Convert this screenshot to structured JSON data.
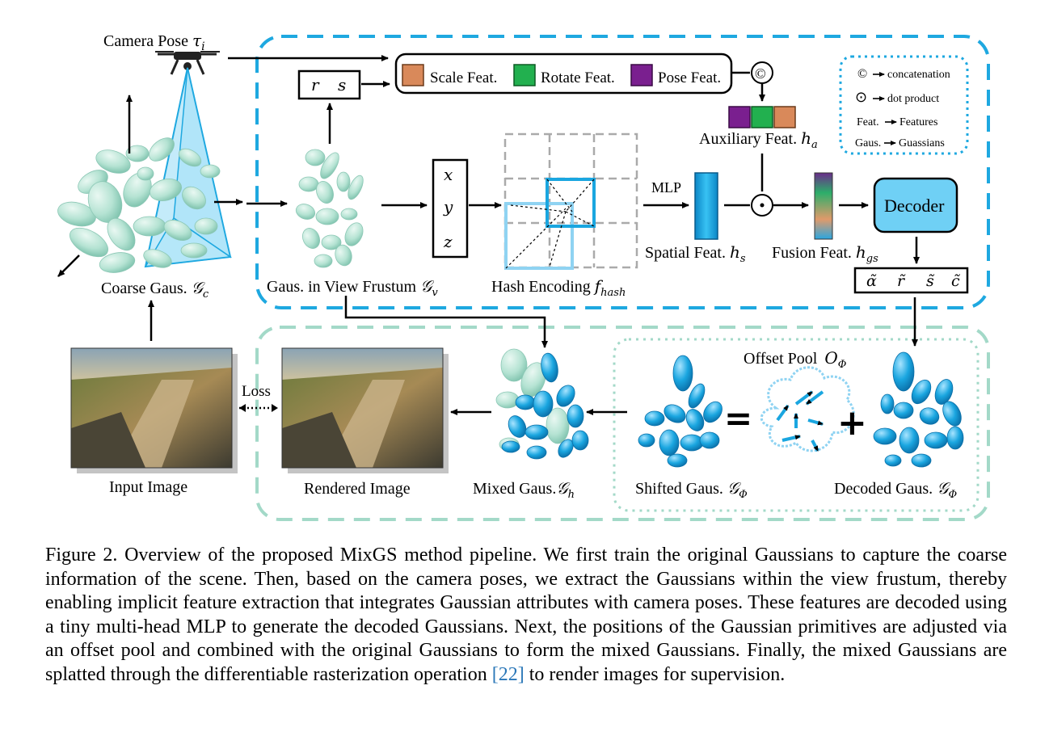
{
  "colors": {
    "blue_dashed": "#1ea8e0",
    "green_dashed": "#a3d9c8",
    "gauss_green": "#b5e3d3",
    "gauss_blue": "#1aa6e0",
    "decoder_fill": "#6fd0f5",
    "scale_feat": "#d9895a",
    "rotate_feat": "#22b04f",
    "pose_feat": "#7a1f8f"
  },
  "labels": {
    "camera_pose": "Camera Pose",
    "camera_pose_sym": "τ",
    "camera_pose_sub": "i",
    "r": "r",
    "s": "s",
    "scale_feat": "Scale Feat.",
    "rotate_feat": "Rotate Feat.",
    "pose_feat": "Pose Feat.",
    "concat_symbol": "©",
    "aux_feat": "Auxiliary Feat.",
    "aux_sym": "h",
    "aux_sub": "a",
    "x": "x",
    "y": "y",
    "z": "z",
    "mlp": "MLP",
    "spatial_feat": "Spatial Feat.",
    "spatial_sym": "h",
    "spatial_sub": "s",
    "fusion_feat": "Fusion Feat.",
    "fusion_sym": "h",
    "fusion_sub": "gs",
    "dot_symbol": "⊙",
    "decoder": "Decoder",
    "outputs": [
      "α̃",
      "r̃",
      "s̃",
      "c̃"
    ],
    "coarse_gaus": "Coarse Gaus.",
    "coarse_sym": "𝒢",
    "coarse_sub": "c",
    "frustum_gaus": "Gaus. in View Frustum",
    "frustum_sym": "𝒢",
    "frustum_sub": "v",
    "hash_enc": "Hash Encoding",
    "hash_sym": "f",
    "hash_sub": "hash",
    "input_image": "Input Image",
    "loss": "Loss",
    "rendered_image": "Rendered Image",
    "mixed_gaus": "Mixed Gaus.",
    "mixed_sym": "𝒢",
    "mixed_sub": "h",
    "shifted_gaus": "Shifted Gaus.",
    "shifted_sym": "𝒢",
    "shifted_sub": "Φ",
    "offset_pool": "Offset Pool",
    "offset_sym": "O",
    "offset_sub": "Φ",
    "decoded_gaus": "Decoded Gaus.",
    "decoded_sym": "𝒢",
    "decoded_sub": "Φ",
    "equals": "=",
    "plus": "+"
  },
  "legend": [
    {
      "sym": "©",
      "text": "concatenation"
    },
    {
      "sym": "⊙",
      "text": "dot product"
    },
    {
      "sym": "Feat.",
      "text": "Features"
    },
    {
      "sym": "Gaus.",
      "text": "Guassians"
    }
  ],
  "caption": {
    "text": "Figure 2. Overview of the proposed MixGS method pipeline. We first train the original Gaussians to capture the coarse information of the scene. Then, based on the camera poses, we extract the Gaussians within the view frustum, thereby enabling implicit feature extraction that integrates Gaussian attributes with camera poses. These features are decoded using a tiny multi-head MLP to generate the decoded Gaussians. Next, the positions of the Gaussian primitives are adjusted via an offset pool and combined with the original Gaussians to form the mixed Gaussians. Finally, the mixed Gaussians are splatted through the differentiable rasterization operation ",
    "citation": "[22]",
    "text_end": " to render images for supervision."
  }
}
